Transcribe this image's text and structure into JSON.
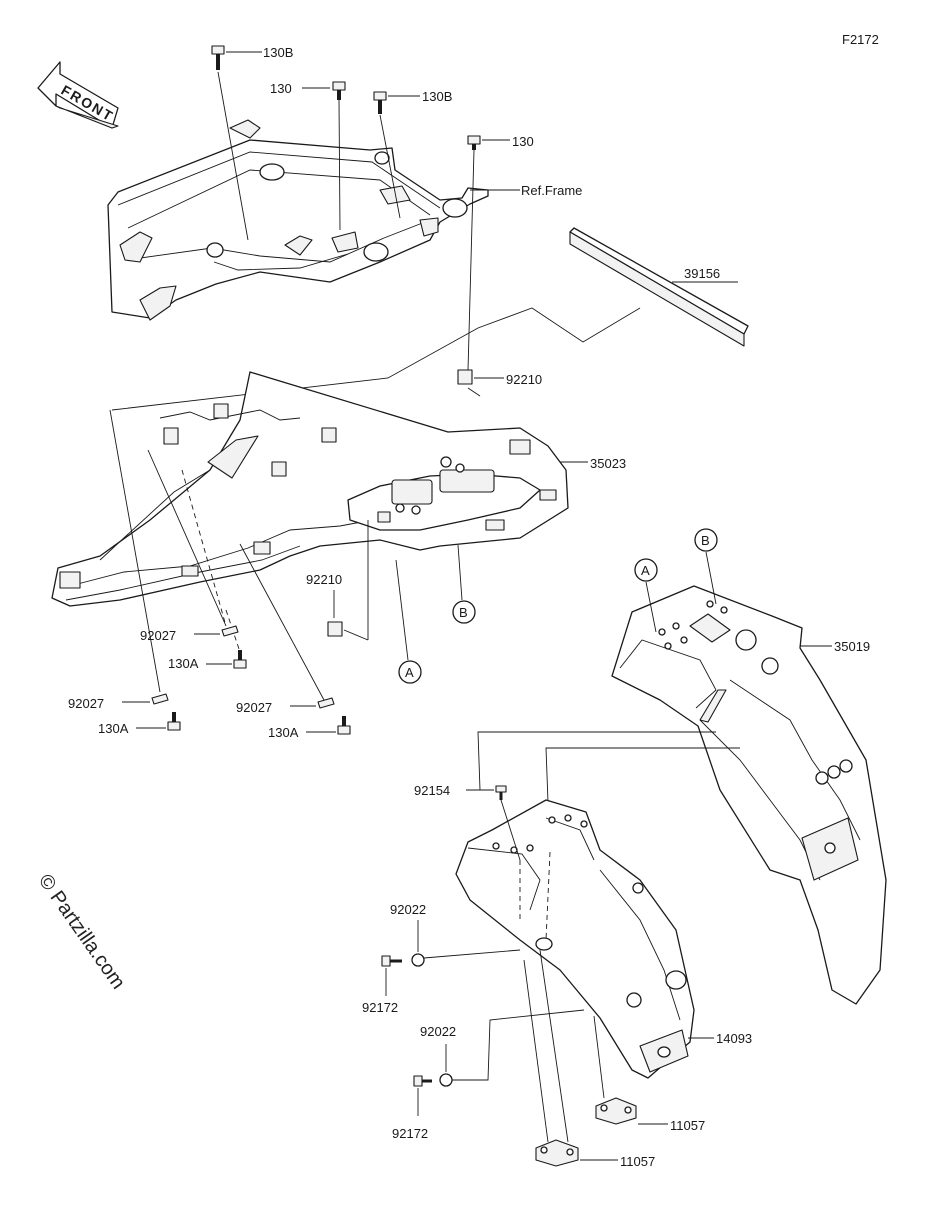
{
  "diagram_id": "F2172",
  "front_label": "FRONT",
  "watermark": "© Partzilla.com",
  "labels": {
    "l130b_1": "130B",
    "l130_1": "130",
    "l130b_2": "130B",
    "l130_2": "130",
    "ref_frame": "Ref.Frame",
    "l39156": "39156",
    "l92210_1": "92210",
    "l35023": "35023",
    "l92210_2": "92210",
    "l92027_1": "92027",
    "l130a_1": "130A",
    "l92027_2": "92027",
    "l130a_2": "130A",
    "l92027_3": "92027",
    "l130a_3": "130A",
    "l35019": "35019",
    "l92154": "92154",
    "l92022_1": "92022",
    "l92172_1": "92172",
    "l92022_2": "92022",
    "l92172_2": "92172",
    "l14093": "14093",
    "l11057_1": "11057",
    "l11057_2": "11057"
  },
  "callouts": {
    "a1": "A",
    "b1": "B",
    "a2": "A",
    "b2": "B"
  }
}
